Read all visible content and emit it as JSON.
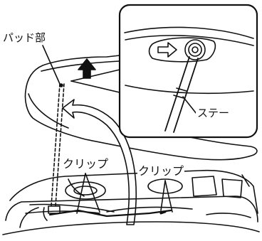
{
  "labels": {
    "pad_part": "パッド部",
    "stay": "ステー",
    "clip_left": "クリップ",
    "clip_right": "クリップ"
  },
  "colors": {
    "line": "#111111",
    "background": "#ffffff"
  },
  "icons": {
    "up_arrow": "thick-up-arrow-icon",
    "swing_arrow": "curved-outline-arrow-icon",
    "hint_arrow": "outline-right-arrow-icon"
  }
}
